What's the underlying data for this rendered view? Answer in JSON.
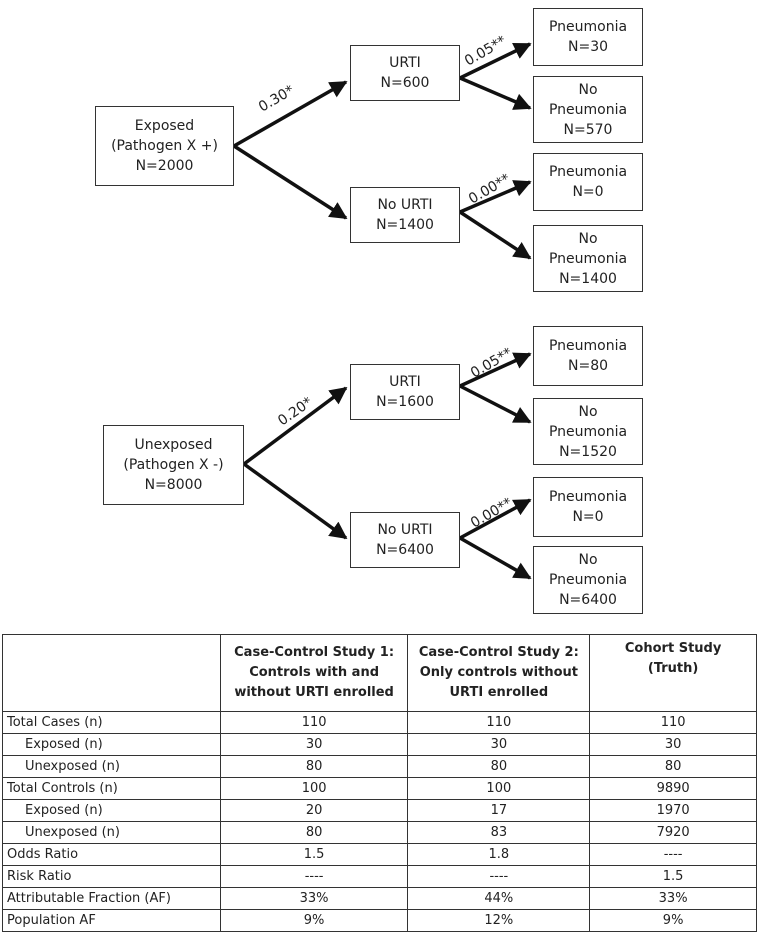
{
  "tree1": {
    "root": [
      "Exposed",
      "(Pathogen X +)",
      "N=2000"
    ],
    "urti": [
      "URTI",
      "N=600"
    ],
    "no_urti": [
      "No URTI",
      "N=1400"
    ],
    "p_urti": "0.30*",
    "p_pneu_urti": "0.05**",
    "p_pneu_no_urti": "0.00**",
    "leaf_pneu_urti": [
      "Pneumonia",
      "N=30"
    ],
    "leaf_nopneu_urti": [
      "No",
      "Pneumonia",
      "N=570"
    ],
    "leaf_pneu_nourti": [
      "Pneumonia",
      "N=0"
    ],
    "leaf_nopneu_nourti": [
      "No",
      "Pneumonia",
      "N=1400"
    ]
  },
  "tree2": {
    "root": [
      "Unexposed",
      "(Pathogen X -)",
      "N=8000"
    ],
    "urti": [
      "URTI",
      "N=1600"
    ],
    "no_urti": [
      "No URTI",
      "N=6400"
    ],
    "p_urti": "0.20*",
    "p_pneu_urti": "0.05**",
    "p_pneu_no_urti": "0.00**",
    "leaf_pneu_urti": [
      "Pneumonia",
      "N=80"
    ],
    "leaf_nopneu_urti": [
      "No",
      "Pneumonia",
      "N=1520"
    ],
    "leaf_pneu_nourti": [
      "Pneumonia",
      "N=0"
    ],
    "leaf_nopneu_nourti": [
      "No",
      "Pneumonia",
      "N=6400"
    ]
  },
  "table": {
    "headers": [
      "",
      [
        "Case-Control Study 1:",
        "Controls with and",
        "without URTI enrolled"
      ],
      [
        "Case-Control Study 2:",
        "Only controls without",
        "URTI enrolled"
      ],
      [
        "Cohort Study",
        "(Truth)"
      ]
    ],
    "rows": [
      {
        "label": "Total Cases (n)",
        "cc1": "110",
        "cc2": "110",
        "cohort": "110"
      },
      {
        "label": "Exposed (n)",
        "cc1": "30",
        "cc2": "30",
        "cohort": "30"
      },
      {
        "label": "Unexposed (n)",
        "cc1": "80",
        "cc2": "80",
        "cohort": "80"
      },
      {
        "label": "Total Controls (n)",
        "cc1": "100",
        "cc2": "100",
        "cohort": "9890"
      },
      {
        "label": "Exposed (n)",
        "cc1": "20",
        "cc2": "17",
        "cohort": "1970"
      },
      {
        "label": "Unexposed (n)",
        "cc1": "80",
        "cc2": "83",
        "cohort": "7920"
      },
      {
        "label": "Odds Ratio",
        "cc1": "1.5",
        "cc2": "1.8",
        "cohort": "----"
      },
      {
        "label": "Risk Ratio",
        "cc1": "----",
        "cc2": "----",
        "cohort": "1.5"
      },
      {
        "label": "Attributable Fraction (AF)",
        "cc1": "33%",
        "cc2": "44%",
        "cohort": "33%"
      },
      {
        "label": "Population AF",
        "cc1": "9%",
        "cc2": "12%",
        "cohort": "9%"
      }
    ]
  }
}
